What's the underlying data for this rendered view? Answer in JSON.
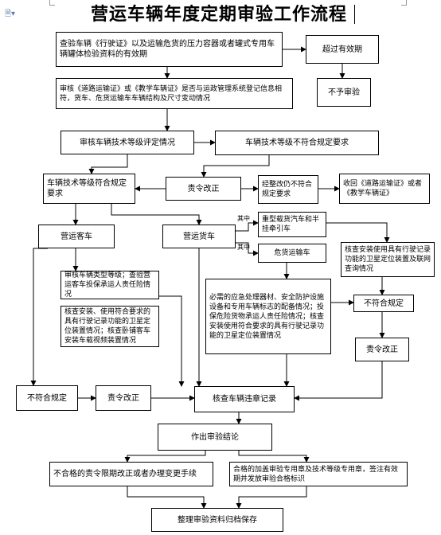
{
  "title": "营运车辆年度定期审验工作流程",
  "doc_icon": "document-icon",
  "nodes": {
    "check_license": "查验车辆《行驶证》以及运输危货的压力容器或者罐式专用车辆罐体检验资料的有效期",
    "expired": "超过有效期",
    "reject": "不予审验",
    "verify_cert": "审核《道路运输证》或《教学车辆证》是否与运政管理系统登记信息相符，货车、危货运输车车辆结构及尺寸变动情况",
    "review_grade": "审核车辆技术等级评定情况",
    "grade_nonconform": "车辆技术等级不符合规定要求",
    "grade_conform": "车辆技术等级符合规定要求",
    "order_correct_1": "责令改正",
    "still_nonconform": "经整改仍不符合规定要求",
    "revoke_cert": "收回《道路运输证》或者《教学车辆证》",
    "passenger": "营运客车",
    "freight": "营运货车",
    "heavy_truck": "重型载货汽车和半挂牵引车",
    "dangerous": "危货运输车",
    "satellite_check": "核查安装使用具有行驶记录功能的卫星定位装置及联网查询情况",
    "passenger_type": "审核车辆类型等级；查验营运客车投保承运人责任险情况",
    "passenger_gps": "核查安装、使用符合要求的具有行驶记录功能的卫星定位装置情况；核查卧铺客车安装车载视频装置情况",
    "dangerous_equip": "必需的应急处理器材、安全防护设施设备和专用车辆标志的配备情况；投保危险货物承运人责任险情况；核查安装使用符合要求的具有行驶记录功能的卫星定位装置情况",
    "nonconform_right": "不符合规定",
    "order_correct_right": "责令改正",
    "nonconform_left": "不符合规定",
    "order_correct_left": "责令改正",
    "violation_check": "核查车辆违章记录",
    "conclusion": "作出审验结论",
    "fail_result": "不合格的责令限期改正或者办理变更手续",
    "pass_result": "合格的加盖审验专用章及技术等级专用章，签注有效期并发放审验合格标识",
    "archive": "整理审验资料归档保存"
  },
  "edge_labels": {
    "among_1": "其中",
    "among_2": "其中"
  }
}
